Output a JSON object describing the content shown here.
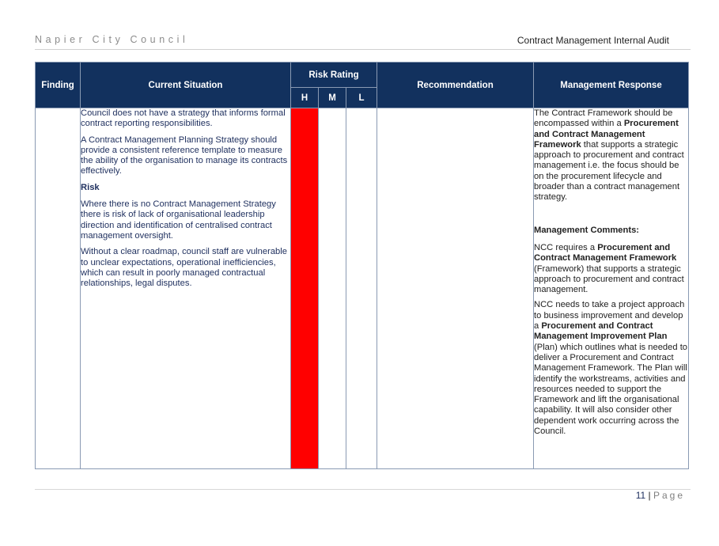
{
  "header": {
    "org": "Napier City Council",
    "doc_title": "Contract Management Internal Audit"
  },
  "table": {
    "headers": {
      "finding": "Finding",
      "current_situation": "Current Situation",
      "risk_rating": "Risk Rating",
      "recommendation": "Recommendation",
      "management_response": "Management Response"
    },
    "risk_levels": {
      "h": "H",
      "m": "M",
      "l": "L"
    },
    "row": {
      "finding": "",
      "selected_risk": "H",
      "recommendation": "",
      "situation": {
        "p1": "Council does not have a strategy that informs formal contract reporting responsibilities.",
        "p2": "A Contract Management Planning Strategy should provide a consistent reference template to measure the ability of the organisation to manage its contracts effectively.",
        "risk_heading": "Risk",
        "p3": "Where there is no Contract Management Strategy there is risk of lack of organisational leadership direction and identification of centralised contract management oversight.",
        "p4": "Without a clear roadmap, council staff are vulnerable to unclear expectations, operational inefficiencies, which can result in poorly managed contractual relationships, legal disputes."
      },
      "response": {
        "p1_pre": "The Contract Framework should be encompassed within a ",
        "p1_bold": "Procurement and Contract Management Framework",
        "p1_post": " that supports a strategic approach to procurement and contract management i.e. the focus should be on the procurement lifecycle and broader than a contract management strategy.",
        "comments_heading": "Management Comments:",
        "p2_pre": "NCC requires a ",
        "p2_bold1": "Procurement and Contract Management Framework",
        "p2_post": " (Framework) that supports a strategic approach to procurement and contract management.",
        "p3_pre": "NCC needs to take a project approach to business improvement and develop a ",
        "p3_bold": "Procurement and Contract Management Improvement Plan",
        "p3_post": " (Plan) which outlines what is needed to deliver a Procurement and Contract Management Framework. The Plan will identify the workstreams, activities and resources needed to support the Framework and lift the organisational capability. It will also consider other dependent work occurring across the Council."
      }
    }
  },
  "footer": {
    "page_number": "11",
    "separator": "|",
    "page_word": "Page"
  },
  "colors": {
    "header_bg": "#12315e",
    "risk_high": "#ff0000",
    "risk_medium": "#ffa500",
    "risk_low": "#ffff00"
  }
}
